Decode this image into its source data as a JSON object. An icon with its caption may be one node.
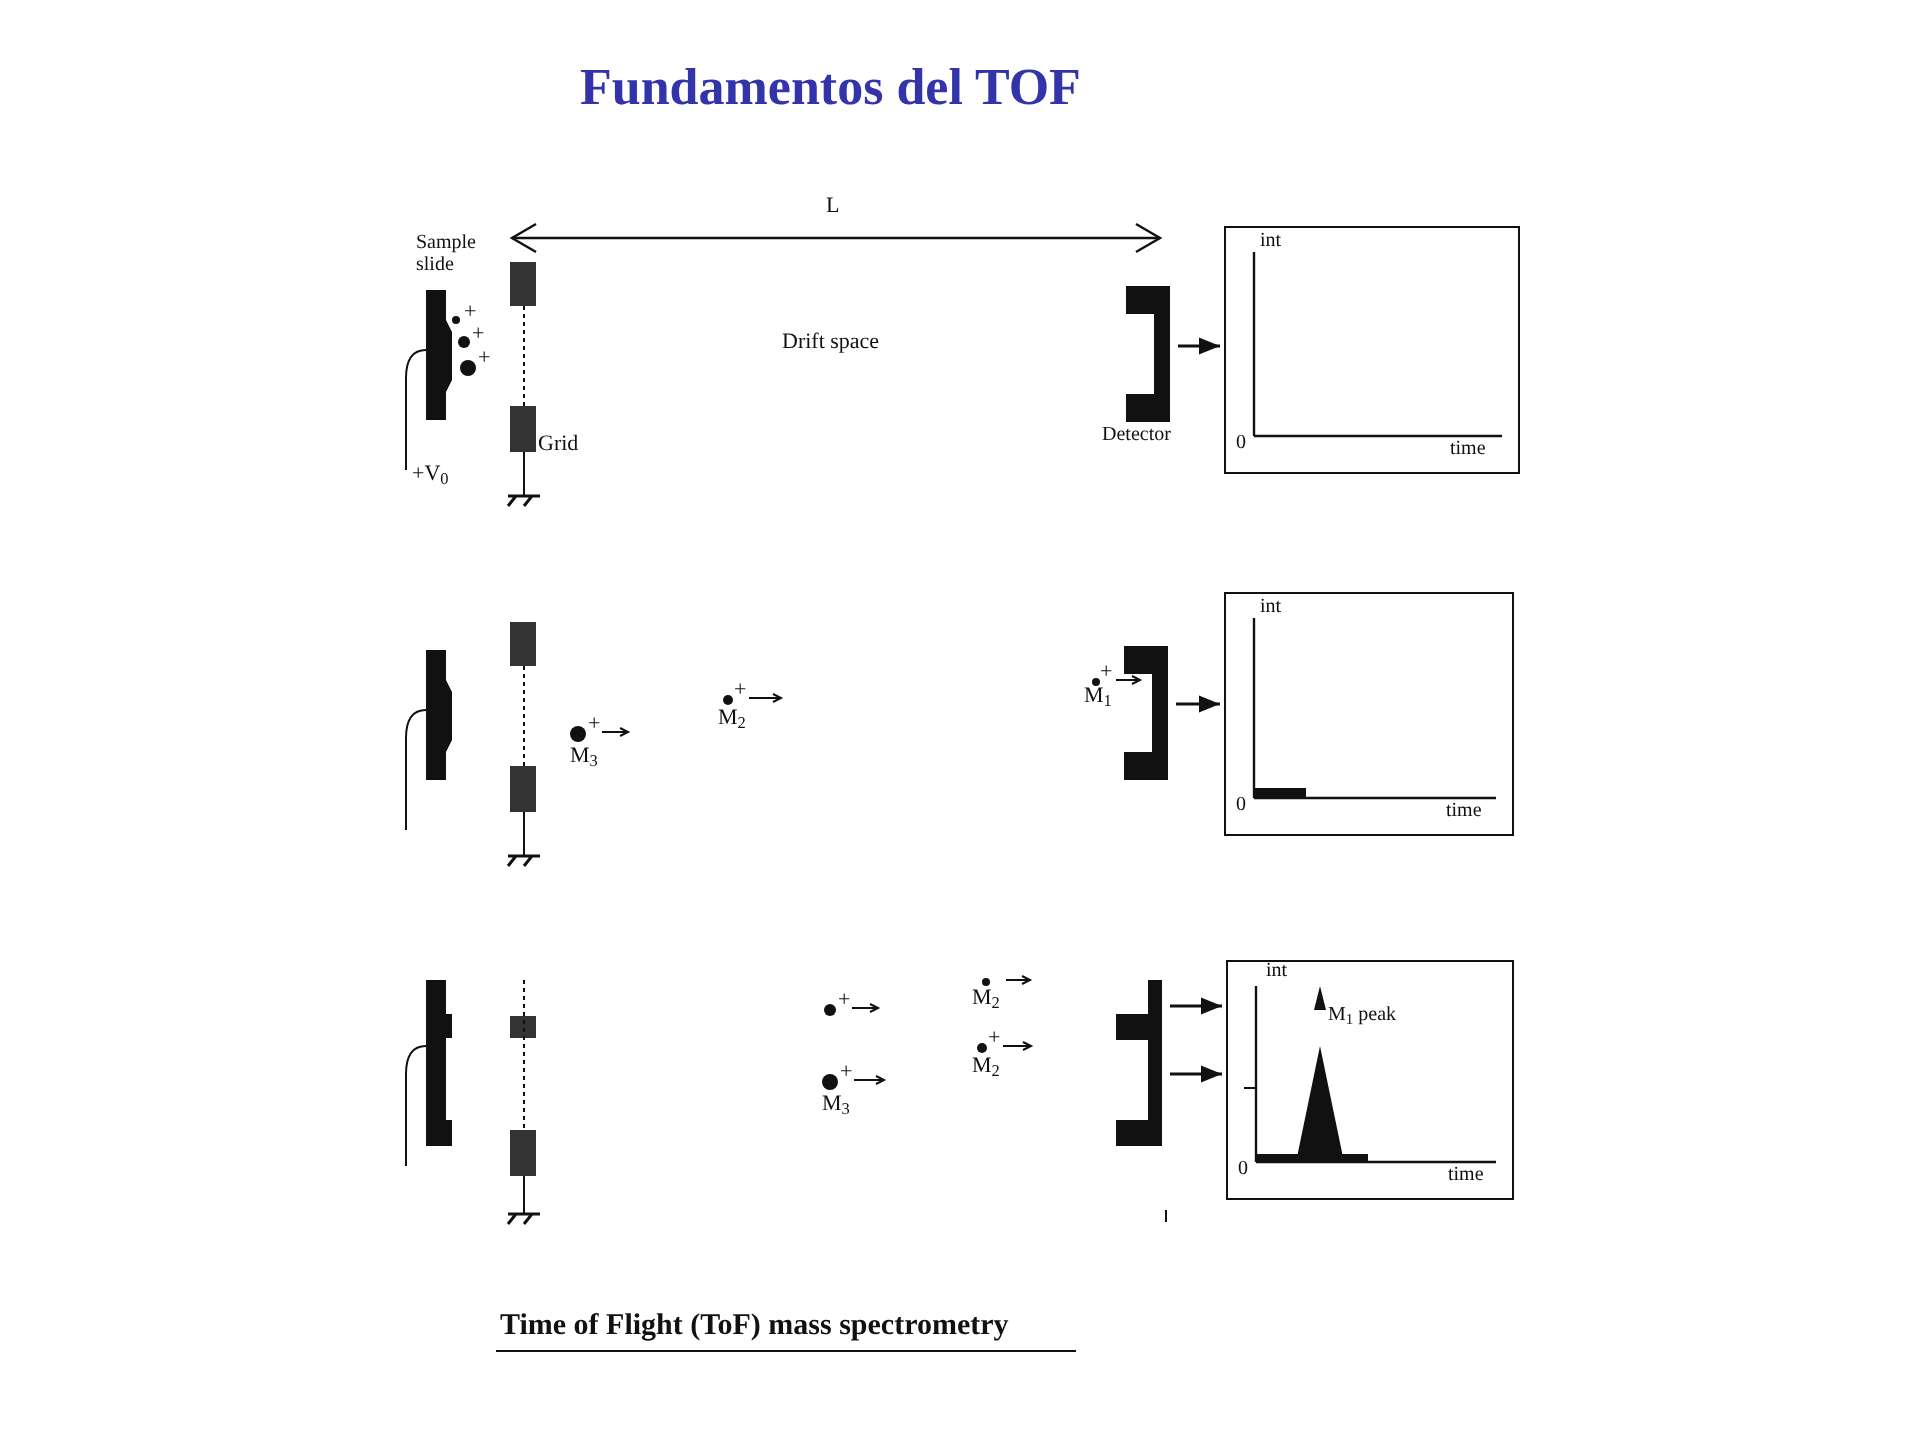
{
  "diagram": {
    "title": "Fundamentos del TOF",
    "caption": "Time of Flight (ToF) mass spectrometry",
    "nodes": [
      {
        "text": [],
        "shape": "bar",
        "beside": [
          "Detector"
        ]
      },
      {
        "text": [
          "int",
          "0",
          "time"
        ]
      },
      {
        "text": [],
        "shape": "bar"
      },
      {
        "text": [
          "int",
          "0",
          "time"
        ]
      },
      {
        "text": [],
        "shape": "bar"
      },
      {
        "text": [
          "int",
          "M$_{1}$ peak",
          "0",
          "time"
        ]
      }
    ],
    "edges": [
      {
        "from": 0,
        "to": 1,
        "arrow": "to"
      },
      {
        "from": 2,
        "to": 3,
        "arrow": "to"
      },
      {
        "from": 4,
        "to": 5,
        "arrow": "to"
      },
      {
        "from": 4,
        "to": 5,
        "arrow": "to"
      }
    ],
    "labels": [
      "L",
      "Sample slide",
      "+",
      "+",
      "+",
      "Drift space",
      "Grid",
      "+V$_{0}$",
      "+",
      "M$_{1}$",
      "+",
      "M$_{2}$",
      "+",
      "M$_{3}$",
      "+",
      "M$_{2}$",
      "+",
      "M$_{2}$",
      "+",
      "M$_{3}$"
    ]
  }
}
